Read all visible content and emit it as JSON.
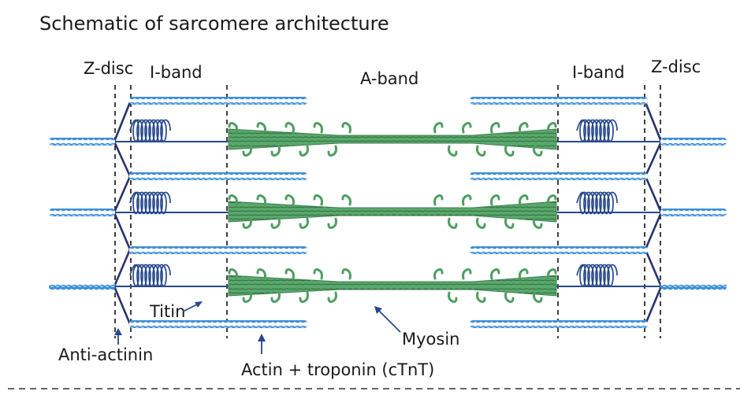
{
  "title": "Schematic of sarcomere architecture",
  "labels": {
    "z_disc_left": "Z-disc",
    "i_band_left": "I-band",
    "a_band": "A-band",
    "i_band_right": "I-band",
    "z_disc_right": "Z-disc",
    "titin": "Titin",
    "anti_actinin": "Anti-actinin",
    "myosin": "Myosin",
    "actin": "Actin + troponin (cTnT)"
  },
  "colors": {
    "actin": "#3e8fd6",
    "actin_light": "#9ccaf0",
    "myosin": "#4f9e62",
    "myosin_light": "#8ccf98",
    "titin": "#27488c",
    "z_line": "#26336e",
    "dashed": "#111111"
  },
  "icons": [
    "arrow-titin-icon",
    "arrow-anti-actinin-icon",
    "arrow-myosin-icon",
    "arrow-actin-icon"
  ]
}
